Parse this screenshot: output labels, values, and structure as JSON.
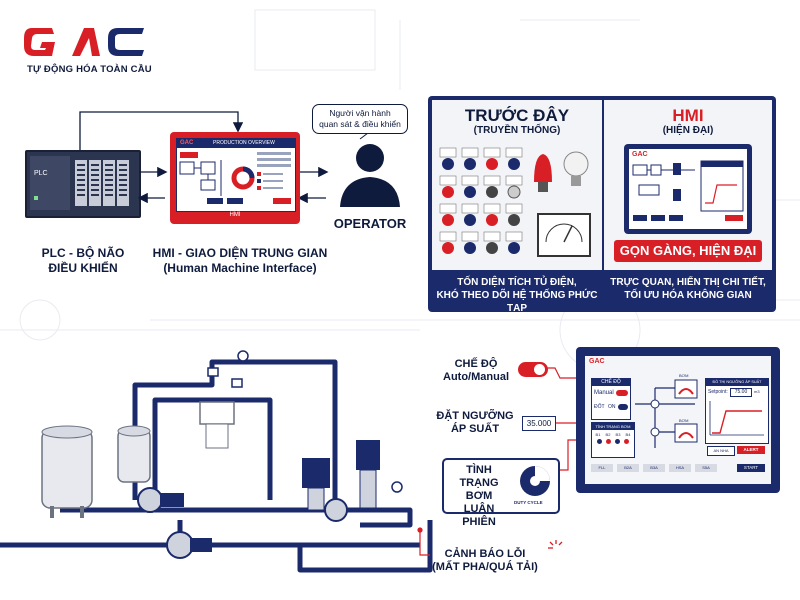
{
  "brand": {
    "logo_text": "GAC",
    "tagline": "TỰ ĐỘNG HÓA TOÀN CẦU",
    "colors": {
      "red": "#d91f26",
      "navy": "#1b2a6b"
    }
  },
  "top_diagram": {
    "plc": {
      "screen_text": "PLC",
      "label_line1": "PLC - BỘ NÃO",
      "label_line2": "ĐIỀU KHIỂN"
    },
    "hmi": {
      "label_line1": "HMI - GIAO DIỆN TRUNG GIAN",
      "label_line2": "(Human Machine Interface)",
      "screen_title": "PRODUCTION OVERVIEW",
      "brand_small": "GAC",
      "bezel_text": "HMI"
    },
    "operator": {
      "speech_line1": "Người vận hành",
      "speech_line2": "quan sát & điều khiển",
      "label": "OPERATOR",
      "icon": "operator-person-icon"
    }
  },
  "comparison": {
    "before": {
      "title": "TRƯỚC ĐÂY",
      "subtitle": "(TRUYỀN THỐNG)",
      "footer_line1": "TỐN DIỆN TÍCH TỦ ĐIỆN,",
      "footer_line2": "KHÓ THEO DÕI HỆ THỐNG PHỨC TẠP"
    },
    "after": {
      "title": "HMI",
      "subtitle": "(HIỆN ĐẠI)",
      "banner": "GỌN GÀNG, HIỆN ĐẠI",
      "footer_line1": "TRỰC QUAN, HIỂN THỊ CHI TIẾT,",
      "footer_line2": "TỐI ƯU HÓA KHÔNG GIAN",
      "screen_brand": "GAC"
    }
  },
  "bottom": {
    "callouts": {
      "mode_line1": "CHẾ ĐỘ",
      "mode_line2": "Auto/Manual",
      "threshold_line1": "ĐẶT NGƯỠNG",
      "threshold_line2": "ÁP SUẤT",
      "threshold_value": "35.000",
      "status_line1": "TÌNH TRẠNG",
      "status_line2": "BƠM",
      "status_line3": "LUÂN PHIÊN",
      "duty_cycle": "DUTY CYCLE",
      "alarm_line1": "CẢNH BÁO LỖI",
      "alarm_line2": "(MẤT PHA/QUÁ TẢI)"
    },
    "hmi_screen": {
      "brand": "GAC",
      "mode_header": "CHẾ ĐỘ",
      "manual_label": "Manual",
      "dot_label": "ĐỐT",
      "on_label": "ON",
      "pump_status_header": "TÌNH TRẠNG BƠM",
      "pump_cols": [
        "B1",
        "B2",
        "B3",
        "B4"
      ],
      "chart_header": "ĐỒ THỊ NGƯỠNG ÁP SUẤT",
      "setpoint_label": "Setpoint:",
      "setpoint_value": "75.00",
      "setpoint_unit": "m3",
      "btn_alarm": "ALERT",
      "btn_reset": "AN NHA",
      "btn_start": "START",
      "pump_label_a": "BƠM",
      "pump_label_b": "BƠM",
      "footer_buttons": [
        "FLL",
        "B2A",
        "B3A",
        "HSA",
        "S5A"
      ]
    }
  }
}
